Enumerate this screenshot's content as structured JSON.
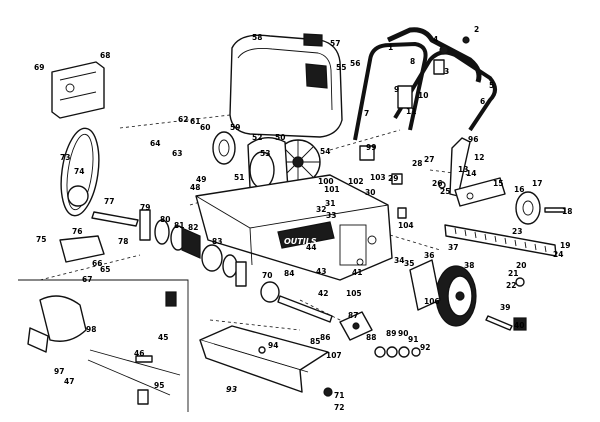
{
  "brand_label": "OUTILS",
  "callouts": [
    {
      "id": "p1",
      "text": "1"
    },
    {
      "id": "p2",
      "text": "2"
    },
    {
      "id": "p3",
      "text": "3"
    },
    {
      "id": "p4",
      "text": "4"
    },
    {
      "id": "p5",
      "text": "5"
    },
    {
      "id": "p6",
      "text": "6"
    },
    {
      "id": "p7",
      "text": "7"
    },
    {
      "id": "p8",
      "text": "8"
    },
    {
      "id": "p9",
      "text": "9"
    },
    {
      "id": "p10",
      "text": "10"
    },
    {
      "id": "p11",
      "text": "11"
    },
    {
      "id": "p12",
      "text": "12"
    },
    {
      "id": "p13",
      "text": "13"
    },
    {
      "id": "p14",
      "text": "14"
    },
    {
      "id": "p15",
      "text": "15"
    },
    {
      "id": "p16",
      "text": "16"
    },
    {
      "id": "p17",
      "text": "17"
    },
    {
      "id": "p18",
      "text": "18"
    },
    {
      "id": "p19",
      "text": "19"
    },
    {
      "id": "p20",
      "text": "20"
    },
    {
      "id": "p21",
      "text": "21"
    },
    {
      "id": "p22",
      "text": "22"
    },
    {
      "id": "p23",
      "text": "23"
    },
    {
      "id": "p24",
      "text": "24"
    },
    {
      "id": "p25",
      "text": "25"
    },
    {
      "id": "p26",
      "text": "26"
    },
    {
      "id": "p27",
      "text": "27"
    },
    {
      "id": "p28",
      "text": "28"
    },
    {
      "id": "p29",
      "text": "29"
    },
    {
      "id": "p30",
      "text": "30"
    },
    {
      "id": "p31",
      "text": "31"
    },
    {
      "id": "p32",
      "text": "32"
    },
    {
      "id": "p33",
      "text": "33"
    },
    {
      "id": "p34",
      "text": "34"
    },
    {
      "id": "p35",
      "text": "35"
    },
    {
      "id": "p36",
      "text": "36"
    },
    {
      "id": "p37",
      "text": "37"
    },
    {
      "id": "p38",
      "text": "38"
    },
    {
      "id": "p39",
      "text": "39"
    },
    {
      "id": "p40",
      "text": "40"
    },
    {
      "id": "p41",
      "text": "41"
    },
    {
      "id": "p42",
      "text": "42"
    },
    {
      "id": "p43",
      "text": "43"
    },
    {
      "id": "p44",
      "text": "44"
    },
    {
      "id": "p45",
      "text": "45"
    },
    {
      "id": "p46",
      "text": "46"
    },
    {
      "id": "p47",
      "text": "47"
    },
    {
      "id": "p48",
      "text": "48"
    },
    {
      "id": "p49",
      "text": "49"
    },
    {
      "id": "p50",
      "text": "50"
    },
    {
      "id": "p51",
      "text": "51"
    },
    {
      "id": "p52",
      "text": "52"
    },
    {
      "id": "p53",
      "text": "53"
    },
    {
      "id": "p54",
      "text": "54"
    },
    {
      "id": "p55",
      "text": "55"
    },
    {
      "id": "p56",
      "text": "56"
    },
    {
      "id": "p57",
      "text": "57"
    },
    {
      "id": "p58",
      "text": "58"
    },
    {
      "id": "p59",
      "text": "59"
    },
    {
      "id": "p60",
      "text": "60"
    },
    {
      "id": "p61",
      "text": "61"
    },
    {
      "id": "p62",
      "text": "62"
    },
    {
      "id": "p63",
      "text": "63"
    },
    {
      "id": "p64",
      "text": "64"
    },
    {
      "id": "p65",
      "text": "65"
    },
    {
      "id": "p66",
      "text": "66"
    },
    {
      "id": "p67",
      "text": "67"
    },
    {
      "id": "p68",
      "text": "68"
    },
    {
      "id": "p69",
      "text": "69"
    },
    {
      "id": "p70",
      "text": "70"
    },
    {
      "id": "p71",
      "text": "71"
    },
    {
      "id": "p72",
      "text": "72"
    },
    {
      "id": "p73",
      "text": "73"
    },
    {
      "id": "p74",
      "text": "74"
    },
    {
      "id": "p75",
      "text": "75"
    },
    {
      "id": "p76",
      "text": "76"
    },
    {
      "id": "p77",
      "text": "77"
    },
    {
      "id": "p78",
      "text": "78"
    },
    {
      "id": "p79",
      "text": "79"
    },
    {
      "id": "p80",
      "text": "80"
    },
    {
      "id": "p81",
      "text": "81"
    },
    {
      "id": "p82",
      "text": "82"
    },
    {
      "id": "p83",
      "text": "83"
    },
    {
      "id": "p84",
      "text": "84"
    },
    {
      "id": "p85",
      "text": "85"
    },
    {
      "id": "p86",
      "text": "86"
    },
    {
      "id": "p87",
      "text": "87"
    },
    {
      "id": "p88",
      "text": "88"
    },
    {
      "id": "p89",
      "text": "89"
    },
    {
      "id": "p90",
      "text": "90"
    },
    {
      "id": "p91",
      "text": "91"
    },
    {
      "id": "p92",
      "text": "92"
    },
    {
      "id": "p93",
      "text": "93"
    },
    {
      "id": "p94",
      "text": "94"
    },
    {
      "id": "p95",
      "text": "95"
    },
    {
      "id": "p96",
      "text": "96"
    },
    {
      "id": "p97",
      "text": "97"
    },
    {
      "id": "p98",
      "text": "98"
    },
    {
      "id": "p99",
      "text": "99"
    },
    {
      "id": "p100",
      "text": "100"
    },
    {
      "id": "p101",
      "text": "101"
    },
    {
      "id": "p102",
      "text": "102"
    },
    {
      "id": "p103",
      "text": "103"
    },
    {
      "id": "p104",
      "text": "104"
    },
    {
      "id": "p105",
      "text": "105"
    },
    {
      "id": "p106",
      "text": "106"
    },
    {
      "id": "p107",
      "text": "107"
    }
  ]
}
